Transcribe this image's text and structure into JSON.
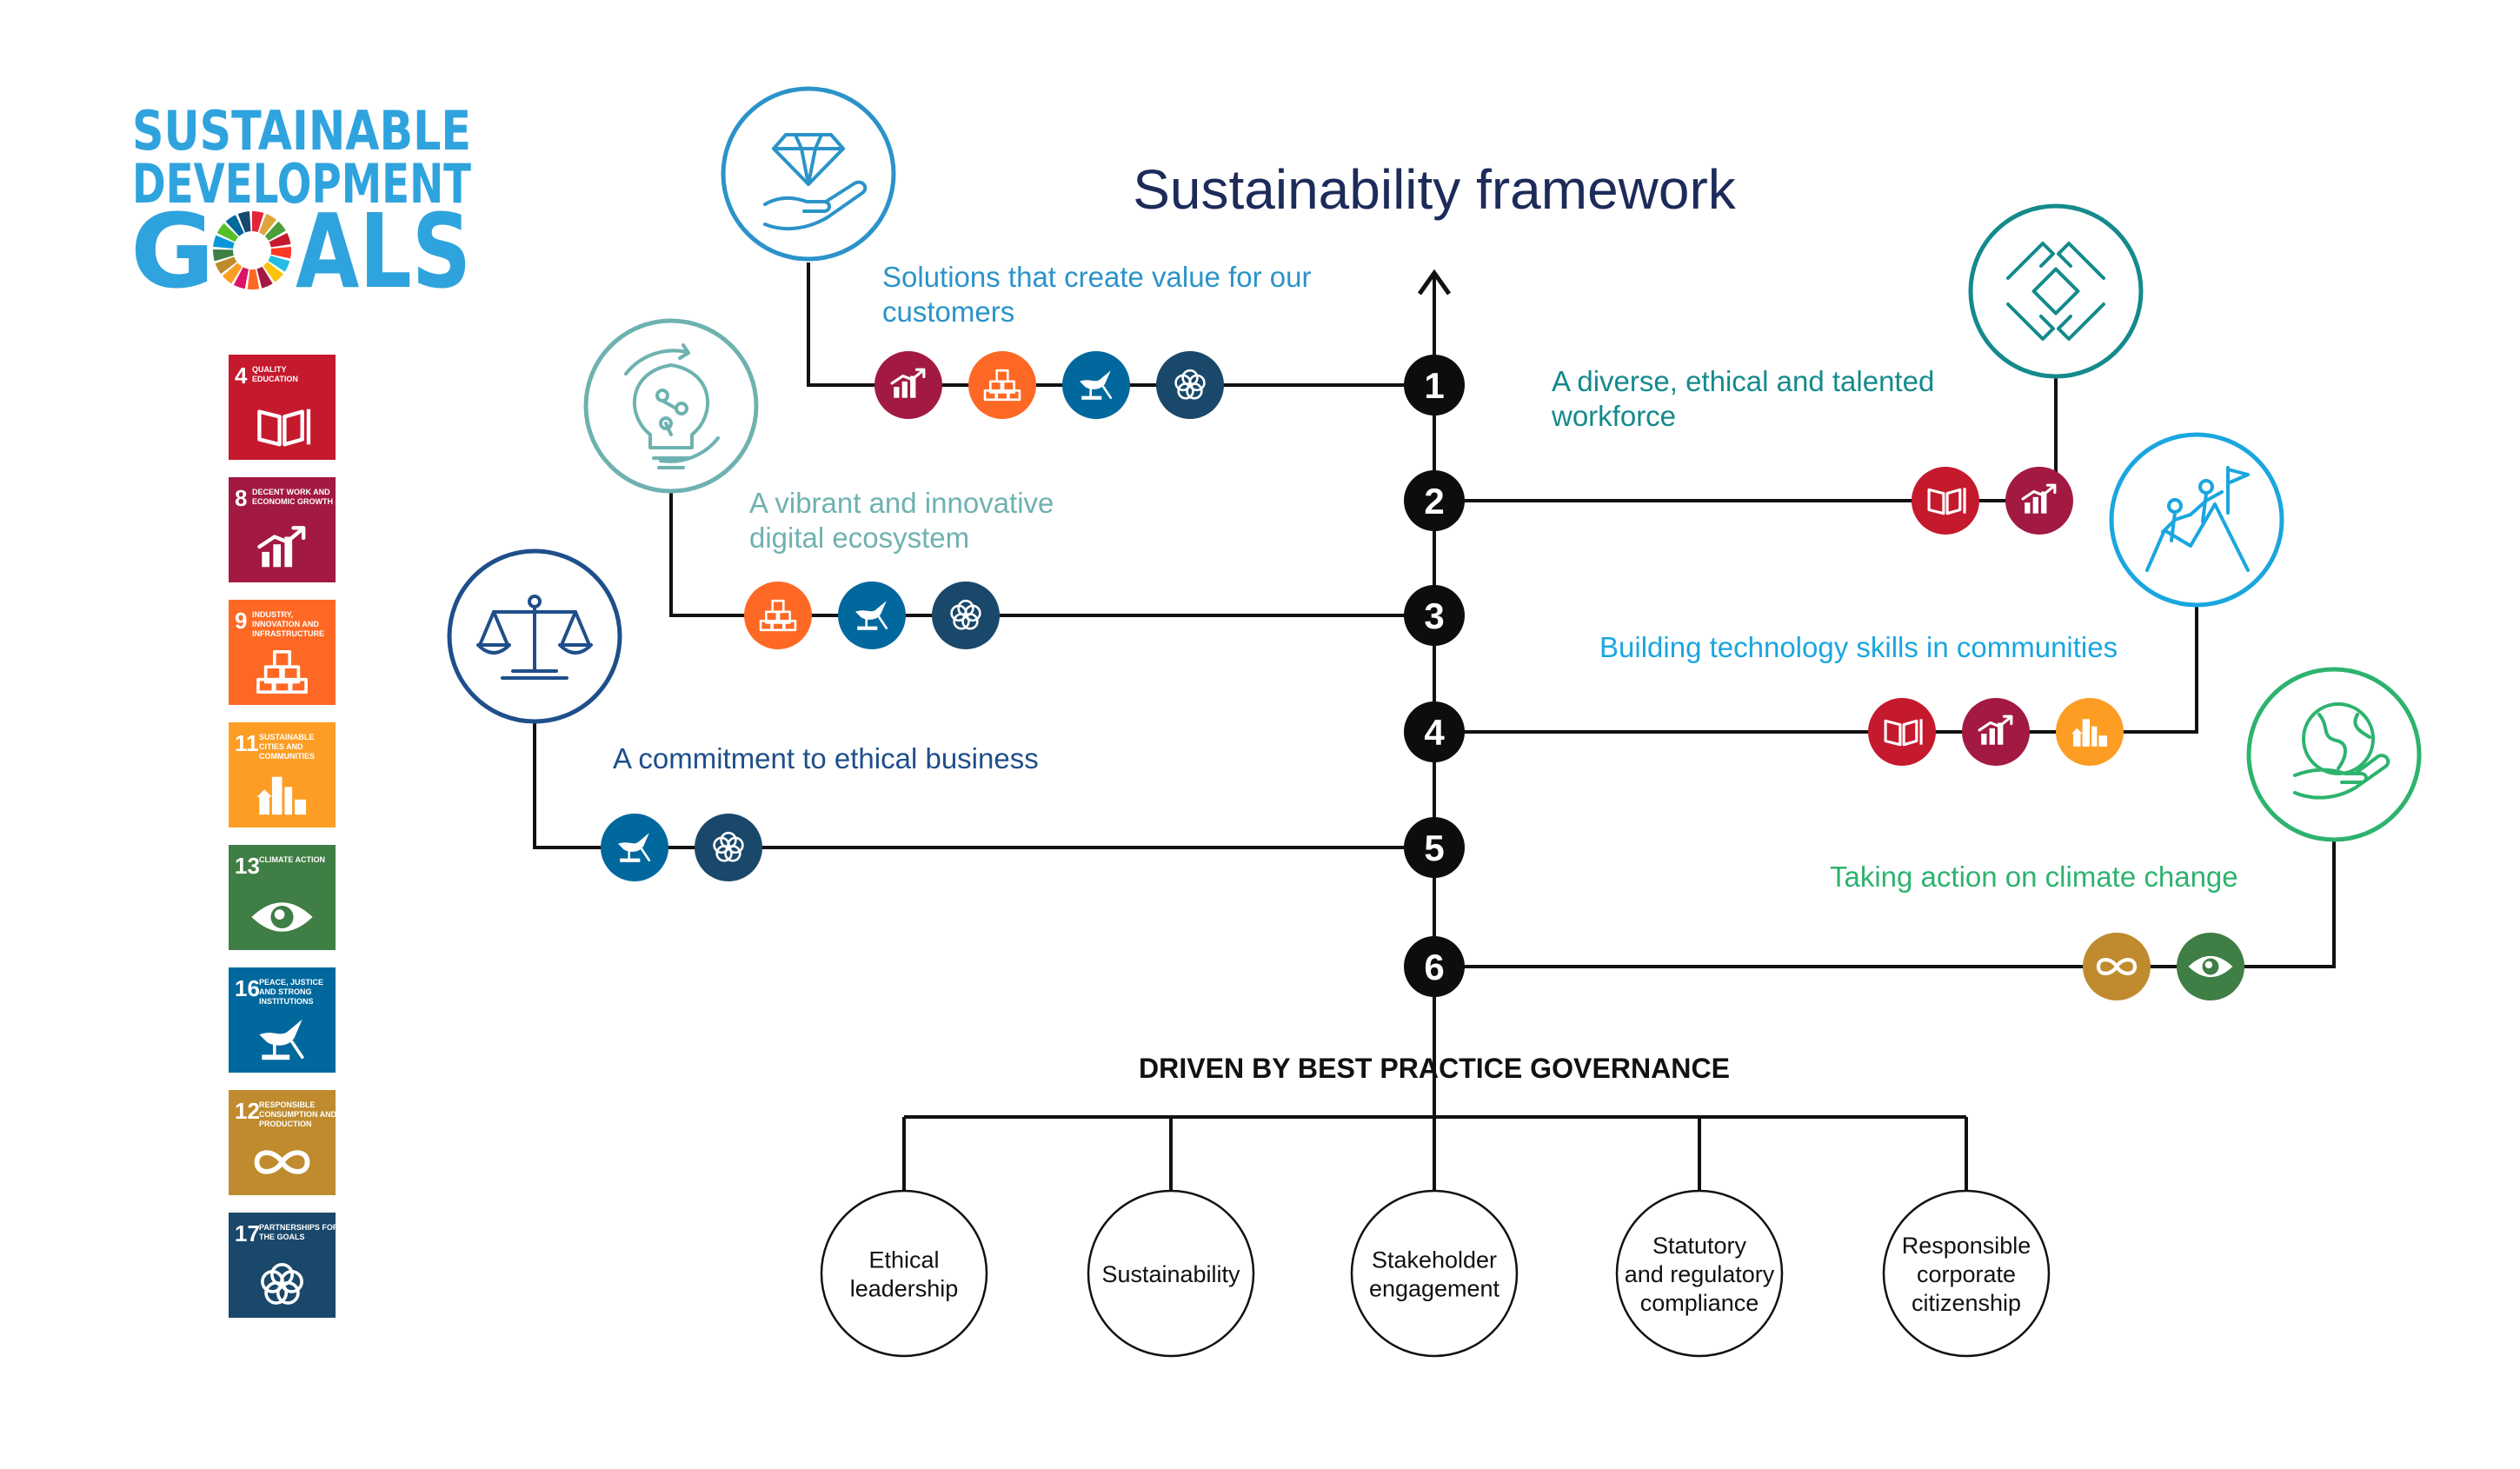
{
  "title": "Sustainability framework",
  "logo": {
    "line1": "SUSTAINABLE",
    "line2": "DEVELOPMENT",
    "line3_start": "G",
    "line3_end": "ALS",
    "color": "#2fa3dd",
    "wheel_colors": [
      "#e5243b",
      "#dda63a",
      "#4c9f38",
      "#c5192d",
      "#ff3a21",
      "#26bde2",
      "#fcc30b",
      "#a21942",
      "#fd6925",
      "#dd1367",
      "#fd9d24",
      "#bf8b2e",
      "#3f7e44",
      "#0a97d9",
      "#56c02b",
      "#00689d",
      "#19486a"
    ]
  },
  "sdg_legend": [
    {
      "number": "4",
      "label": "QUALITY EDUCATION",
      "color": "#c5192d",
      "icon": "book-pencil-icon"
    },
    {
      "number": "8",
      "label": "DECENT WORK AND ECONOMIC GROWTH",
      "color": "#a21942",
      "icon": "growth-chart-icon"
    },
    {
      "number": "9",
      "label": "INDUSTRY, INNOVATION AND INFRASTRUCTURE",
      "color": "#fd6925",
      "icon": "cubes-icon"
    },
    {
      "number": "11",
      "label": "SUSTAINABLE CITIES AND COMMUNITIES",
      "color": "#fd9d24",
      "icon": "city-icon"
    },
    {
      "number": "13",
      "label": "CLIMATE ACTION",
      "color": "#3f7e44",
      "icon": "eye-globe-icon"
    },
    {
      "number": "16",
      "label": "PEACE, JUSTICE AND STRONG INSTITUTIONS",
      "color": "#00689d",
      "icon": "dove-icon"
    },
    {
      "number": "12",
      "label": "RESPONSIBLE CONSUMPTION AND PRODUCTION",
      "color": "#bf8b2e",
      "icon": "infinity-icon"
    },
    {
      "number": "17",
      "label": "PARTNERSHIPS FOR THE GOALS",
      "color": "#19486a",
      "icon": "rings-icon"
    }
  ],
  "pillars": [
    {
      "number": "1",
      "title": "Solutions that create value for our customers",
      "color": "#2b93c9",
      "icon": "diamond-hand-icon",
      "sdgs": [
        "8",
        "9",
        "16",
        "17"
      ]
    },
    {
      "number": "2",
      "title": "A diverse, ethical and talented workforce",
      "color": "#148a8c",
      "icon": "joined-hands-icon",
      "sdgs": [
        "4",
        "8"
      ]
    },
    {
      "number": "3",
      "title": "A vibrant and innovative digital ecosystem",
      "color": "#6eb2b0",
      "icon": "lightbulb-circuit-icon",
      "sdgs": [
        "9",
        "16",
        "17"
      ]
    },
    {
      "number": "4",
      "title": "Building technology skills in communities",
      "color": "#1aa6df",
      "icon": "climbers-flag-icon",
      "sdgs": [
        "4",
        "8",
        "11"
      ]
    },
    {
      "number": "5",
      "title": "A commitment to ethical business",
      "color": "#1e4f8a",
      "icon": "scales-icon",
      "sdgs": [
        "16",
        "17"
      ]
    },
    {
      "number": "6",
      "title": "Taking action on climate change",
      "color": "#2db36e",
      "icon": "globe-hand-icon",
      "sdgs": [
        "12",
        "13"
      ]
    }
  ],
  "governance": {
    "title": "DRIVEN BY BEST PRACTICE GOVERNANCE",
    "items": [
      "Ethical leadership",
      "Sustainability",
      "Stakeholder engagement",
      "Statutory and regulatory compliance",
      "Responsible corporate citizenship"
    ]
  }
}
